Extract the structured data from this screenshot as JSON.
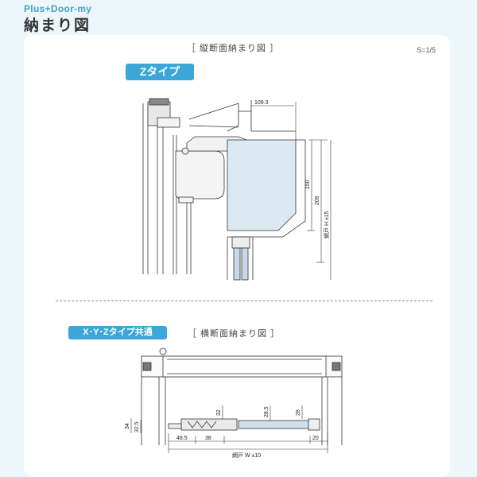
{
  "header": {
    "brand": "Plus+Door-my",
    "title": "納まり図"
  },
  "vertical_section": {
    "title": "［ 縦断面納まり図 ］",
    "scale": "S=1/5",
    "type_tag": "Zタイプ",
    "dims": {
      "top": "109.3",
      "d150": "150",
      "d209": "209",
      "height": "網戸 H ±15"
    }
  },
  "horizontal_section": {
    "tag": "X･Y･Zタイプ共通",
    "title": "［ 横断面納まり図 ］",
    "dims": {
      "d34": "34",
      "d32_5": "32.5",
      "d48_5": "48.5",
      "d38": "38",
      "d32": "32",
      "d28_5": "28.5",
      "d28": "28",
      "d20": "20",
      "width": "網戸 W ±10"
    }
  },
  "colors": {
    "accent": "#3aa7d8",
    "background": "#edf6fa",
    "glass": "#dbe9f2"
  }
}
